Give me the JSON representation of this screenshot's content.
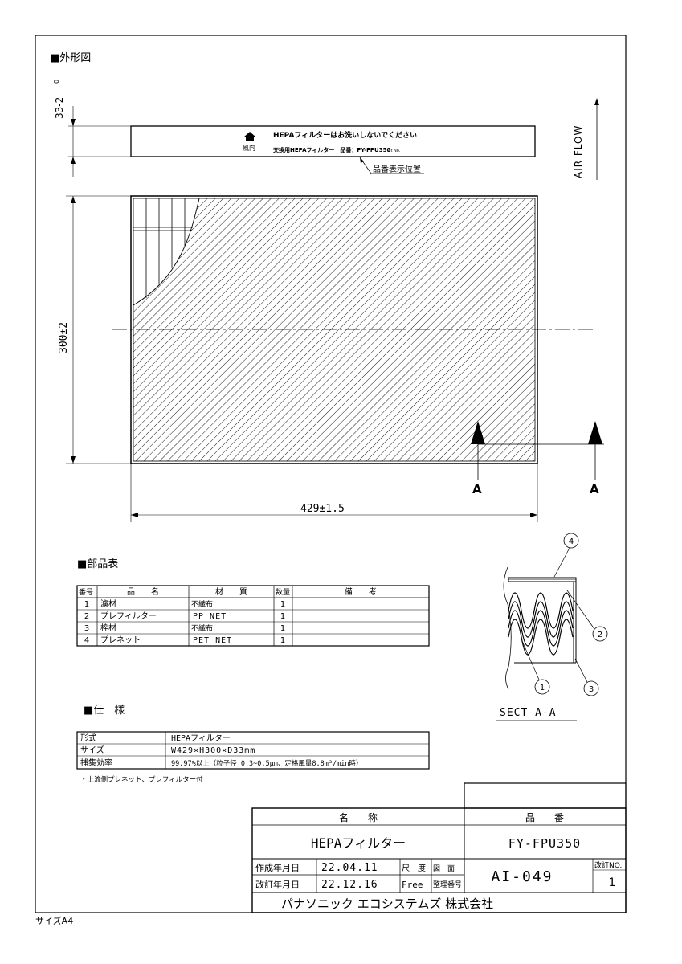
{
  "sections": {
    "outline": "■外形図",
    "parts": "■部品表",
    "spec": "■仕　様"
  },
  "drawing": {
    "dim_thickness": "33-2",
    "dim_thickness_tol": "0",
    "dim_height": "300±2",
    "dim_width": "429±1.5",
    "air_flow": "AIR FLOW",
    "label_top_line1": "HEPAフィルターはお洗いしないでください",
    "label_wind": "風向",
    "label_top_line2": "交換用HEPAフィルター　品番：FY-FPU350",
    "label_top_small": "lot No.",
    "label_position": "品番表示位置",
    "section_mark_1": "A",
    "section_mark_2": "A",
    "section_title": "SECT A-A",
    "callouts": [
      "1",
      "2",
      "3",
      "4"
    ]
  },
  "parts_table": {
    "headers": [
      "番号",
      "品　　名",
      "材　　質",
      "数量",
      "備　　考"
    ],
    "rows": [
      [
        "1",
        "濾材",
        "不織布",
        "1",
        ""
      ],
      [
        "2",
        "プレフィルター",
        "PP NET",
        "1",
        ""
      ],
      [
        "3",
        "枠材",
        "不織布",
        "1",
        ""
      ],
      [
        "4",
        "プレネット",
        "PET NET",
        "1",
        ""
      ]
    ]
  },
  "spec_table": {
    "rows": [
      [
        "形式",
        "HEPAフィルター"
      ],
      [
        "サイズ",
        "W429×H300×D33mm"
      ],
      [
        "捕集効率",
        "99.97%以上（粒子径 0.3~0.5μm、定格風量8.8m³/min時）"
      ]
    ],
    "note": "・上流側プレネット、プレフィルター付"
  },
  "title_block": {
    "name_header": "名　　称",
    "part_header": "品　　番",
    "name": "HEPAフィルター",
    "part_no": "FY-FPU350",
    "created_label": "作成年月日",
    "created_date": "22.04.11",
    "revised_label": "改訂年月日",
    "revised_date": "22.12.16",
    "scale_label": "尺　度",
    "scale_value": "Free",
    "drawing_label": "図　面",
    "control_label": "整理番号",
    "drawing_no": "AI-049",
    "rev_label": "改訂NO.",
    "rev_no": "1",
    "company": "パナソニック エコシステムズ 株式会社"
  },
  "paper_size": "サイズA4"
}
